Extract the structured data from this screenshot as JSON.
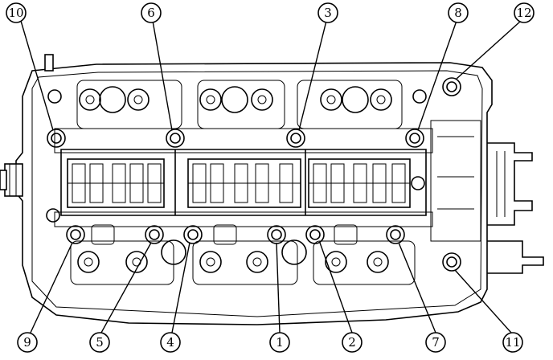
{
  "callouts": [
    {
      "id": "b10",
      "label": "10"
    },
    {
      "id": "b6",
      "label": "6"
    },
    {
      "id": "b3",
      "label": "3"
    },
    {
      "id": "b8",
      "label": "8"
    },
    {
      "id": "b12",
      "label": "12"
    },
    {
      "id": "b9",
      "label": "9"
    },
    {
      "id": "b5",
      "label": "5"
    },
    {
      "id": "b4",
      "label": "4"
    },
    {
      "id": "b1",
      "label": "1"
    },
    {
      "id": "b2",
      "label": "2"
    },
    {
      "id": "b7",
      "label": "7"
    },
    {
      "id": "b11",
      "label": "11"
    }
  ]
}
